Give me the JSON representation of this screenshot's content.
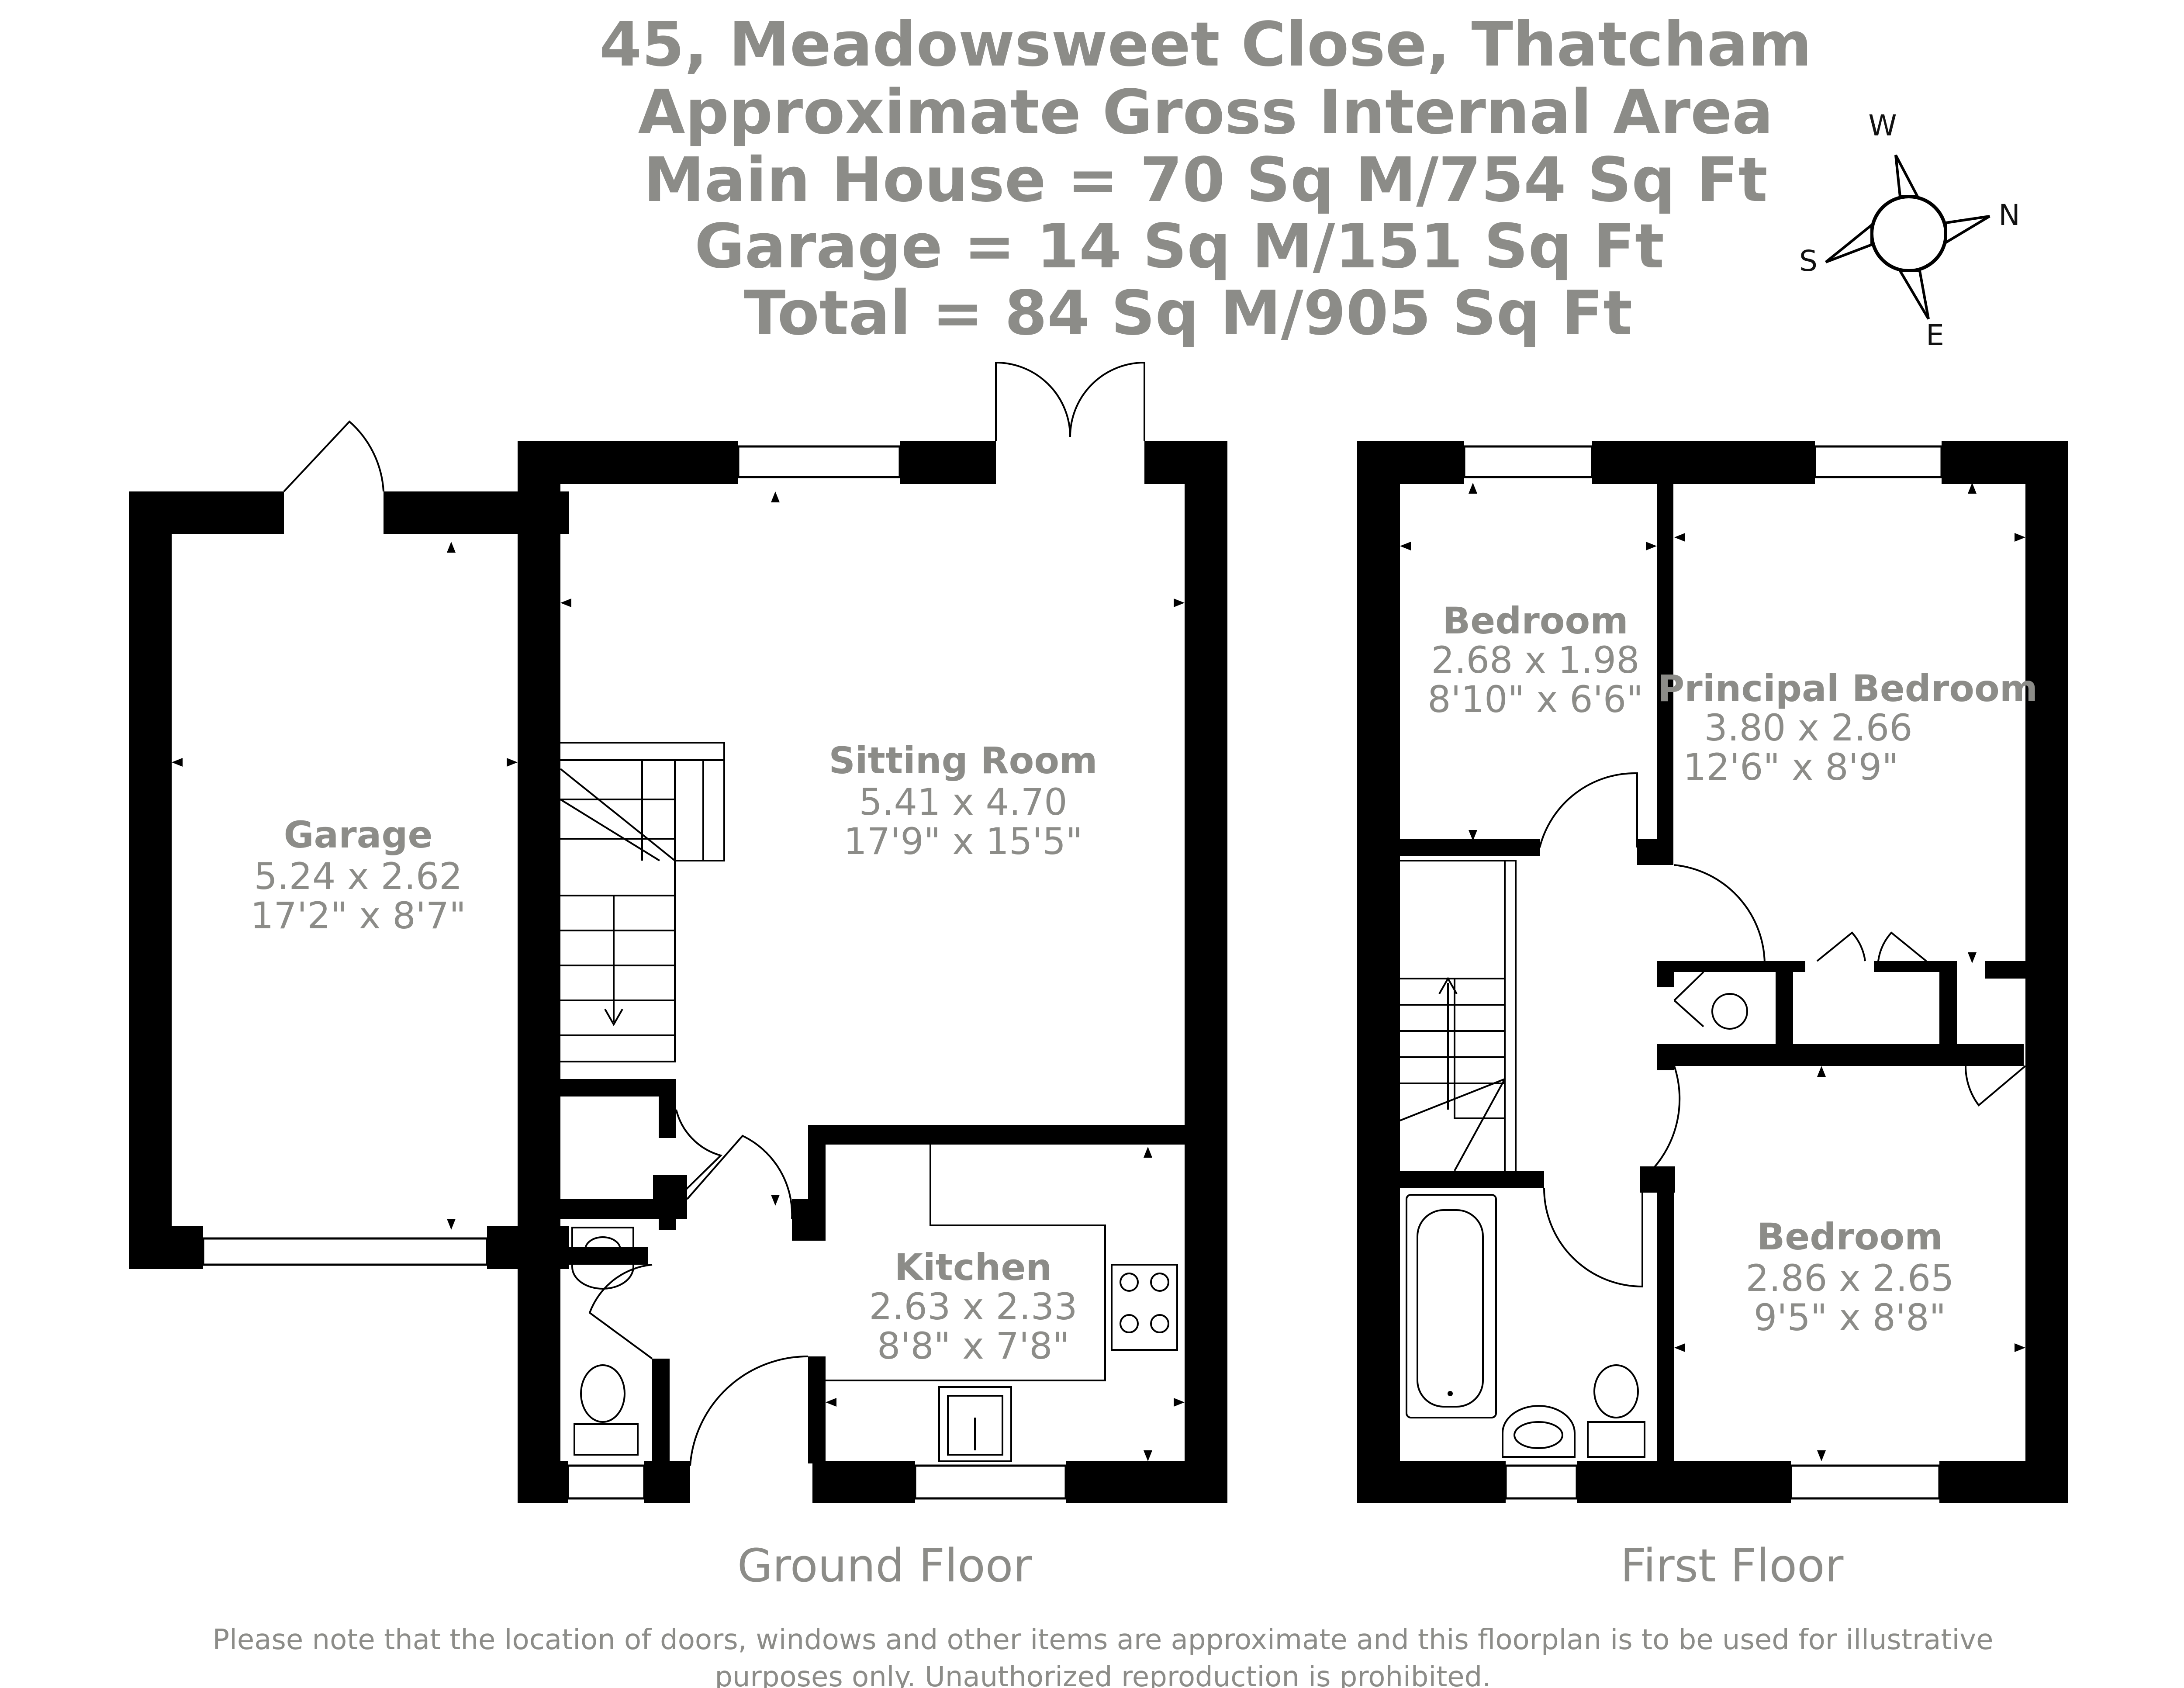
{
  "header": {
    "title_line1": "45, Meadowsweet Close, Thatcham",
    "title_line2": "Approximate Gross Internal Area",
    "title_line3": "Main House = 70 Sq M/754 Sq Ft",
    "title_line4": "Garage = 14 Sq M/151 Sq Ft",
    "title_line5": "Total = 84 Sq M/905 Sq Ft"
  },
  "compass": {
    "w": "W",
    "n": "N",
    "s": "S",
    "e": "E"
  },
  "rooms": {
    "garage": {
      "name": "Garage",
      "metric": "5.24 x 2.62",
      "imperial": "17'2\" x 8'7\""
    },
    "sitting_room": {
      "name": "Sitting Room",
      "metric": "5.41 x 4.70",
      "imperial": "17'9\" x 15'5\""
    },
    "kitchen": {
      "name": "Kitchen",
      "metric": "2.63 x 2.33",
      "imperial": "8'8\" x 7'8\""
    },
    "bedroom_small": {
      "name": "Bedroom",
      "metric": "2.68 x 1.98",
      "imperial": "8'10\" x 6'6\""
    },
    "principal_bedroom": {
      "name": "Principal Bedroom",
      "metric": "3.80 x 2.66",
      "imperial": "12'6\" x 8'9\""
    },
    "bedroom_rear": {
      "name": "Bedroom",
      "metric": "2.86 x 2.65",
      "imperial": "9'5\" x 8'8\""
    }
  },
  "floors": {
    "ground": "Ground Floor",
    "first": "First Floor"
  },
  "footer": {
    "line1": "Please note that the location of doors, windows and other items are approximate and this floorplan is to be used for illustrative",
    "line2": "purposes only. Unauthorized reproduction is prohibited."
  },
  "colors": {
    "text_grey": "#8c8c88",
    "wall": "#000000"
  }
}
